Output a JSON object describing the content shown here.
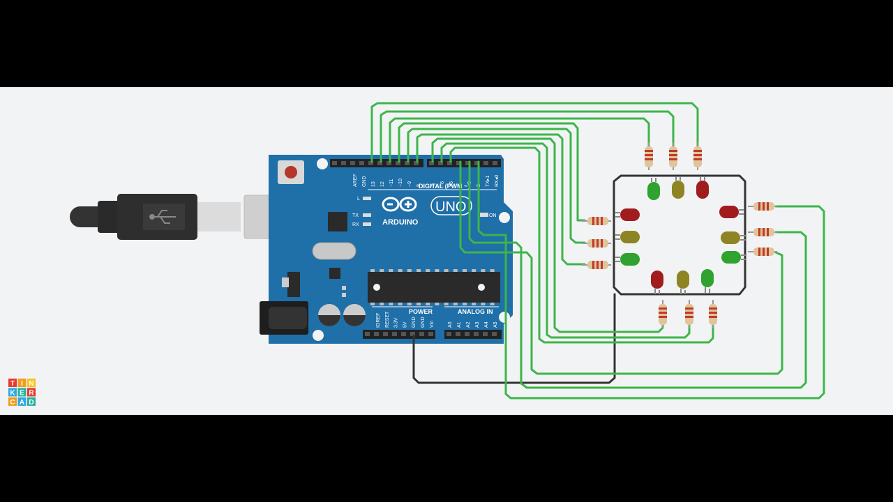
{
  "app": {
    "logo_letters": [
      "T",
      "I",
      "N",
      "K",
      "E",
      "R",
      "C",
      "A",
      "D"
    ]
  },
  "board": {
    "brand": "ARDUINO",
    "model": "UNO",
    "digital_label": "DIGITAL (PWM ~)",
    "power_label": "POWER",
    "analog_label": "ANALOG IN",
    "on_label": "ON",
    "led_labels": [
      "L",
      "TX",
      "RX"
    ],
    "top_pins": [
      "AREF",
      "GND",
      "13",
      "12",
      "~11",
      "~10",
      "~9",
      "8",
      "7",
      "~6",
      "~5",
      "4",
      "~3",
      "2",
      "TX▸1",
      "RX◂0"
    ],
    "power_pins": [
      "IOREF",
      "RESET",
      "3.3V",
      "5V",
      "GND",
      "GND",
      "Vin"
    ],
    "analog_pins": [
      "A0",
      "A1",
      "A2",
      "A3",
      "A4",
      "A5"
    ]
  },
  "colors": {
    "background": "#f2f3f4",
    "frame": "#000000",
    "board": "#1f6fa8",
    "wire_green": "#3cb54a",
    "wire_dark": "#333333",
    "led_red": "#a11d1d",
    "led_yellow": "#8f8423",
    "led_green": "#2fa22f"
  },
  "components": {
    "leds": [
      {
        "id": "top-green",
        "color": "green"
      },
      {
        "id": "top-yellow",
        "color": "yellow"
      },
      {
        "id": "top-red",
        "color": "red"
      },
      {
        "id": "left-red",
        "color": "red"
      },
      {
        "id": "left-yellow",
        "color": "yellow"
      },
      {
        "id": "left-green",
        "color": "green"
      },
      {
        "id": "right-red",
        "color": "red"
      },
      {
        "id": "right-yellow",
        "color": "yellow"
      },
      {
        "id": "right-green",
        "color": "green"
      },
      {
        "id": "bottom-red",
        "color": "red"
      },
      {
        "id": "bottom-yellow",
        "color": "yellow"
      },
      {
        "id": "bottom-green",
        "color": "green"
      }
    ],
    "resistor_count": 12
  }
}
